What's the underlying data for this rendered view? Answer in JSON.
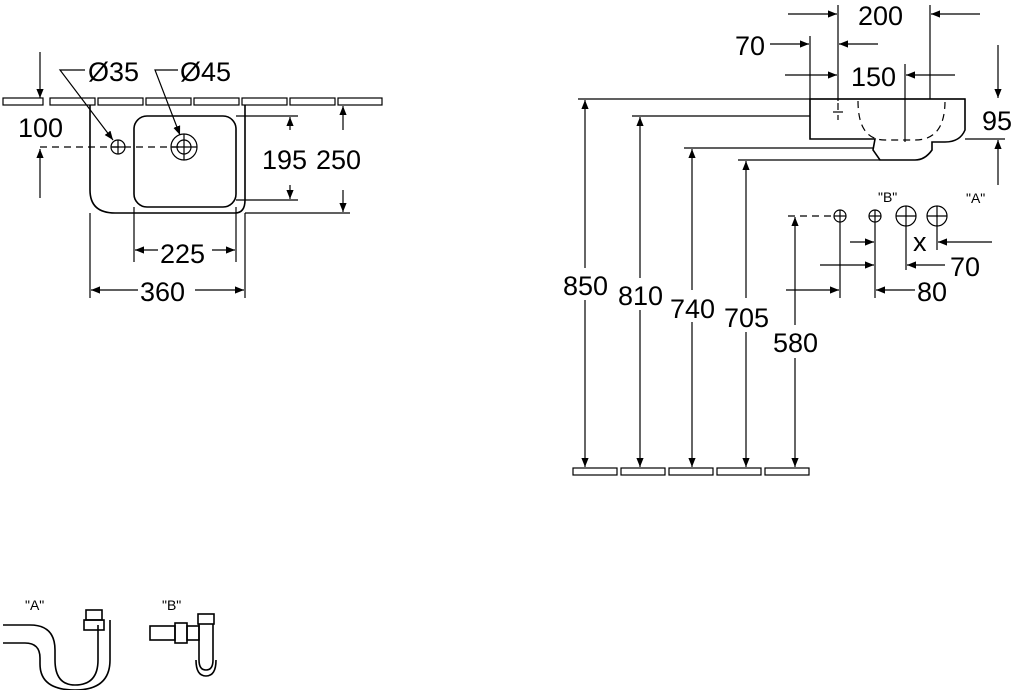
{
  "plan": {
    "hole_small": "Ø35",
    "hole_large": "Ø45",
    "offset_100": "100",
    "basin_195": "195",
    "depth_250": "250",
    "basin_225": "225",
    "width_360": "360"
  },
  "side": {
    "top_200": "200",
    "left_70": "70",
    "mid_150": "150",
    "right_95": "95",
    "h_850": "850",
    "h_810": "810",
    "h_740": "740",
    "h_705": "705",
    "h_580": "580",
    "label_b": "\"B\"",
    "label_a": "\"A\"",
    "x": "x",
    "pitch_70": "70",
    "pitch_80": "80"
  },
  "traps": {
    "label_a": "\"A\"",
    "label_b": "\"B\""
  }
}
